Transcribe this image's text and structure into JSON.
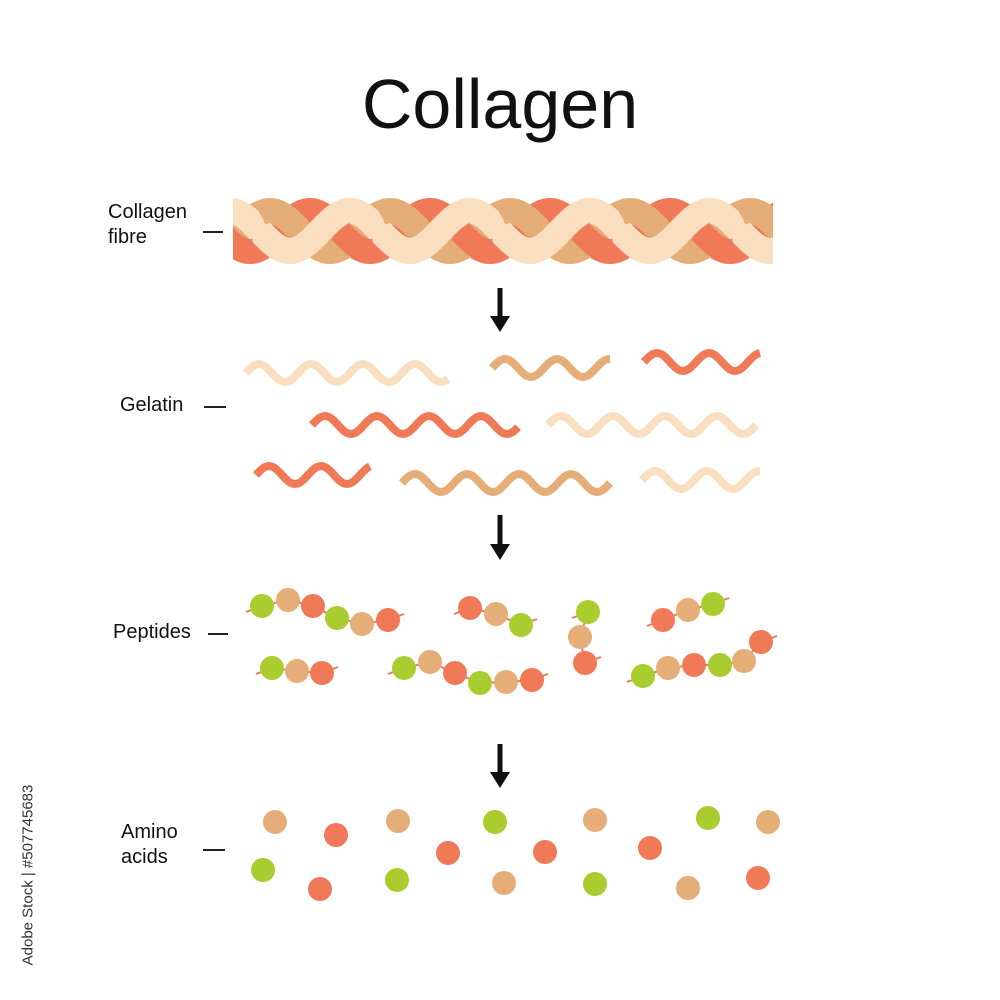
{
  "title": "Collagen",
  "labels": {
    "fibre": [
      "Collagen",
      "fibre"
    ],
    "gelatin": "Gelatin",
    "peptides": "Peptides",
    "amino": [
      "Amino",
      "acids"
    ]
  },
  "stock_id": "Adobe Stock | #507745683",
  "colors": {
    "coral": "#f07a58",
    "tan": "#e5ae78",
    "cream": "#f9dfbf",
    "green": "#a9cc2e",
    "arrow": "#111111"
  },
  "icons": [
    "down-arrow-icon",
    "collagen-strand-icon",
    "wavy-chain-icon",
    "amino-acid-bead-icon"
  ]
}
